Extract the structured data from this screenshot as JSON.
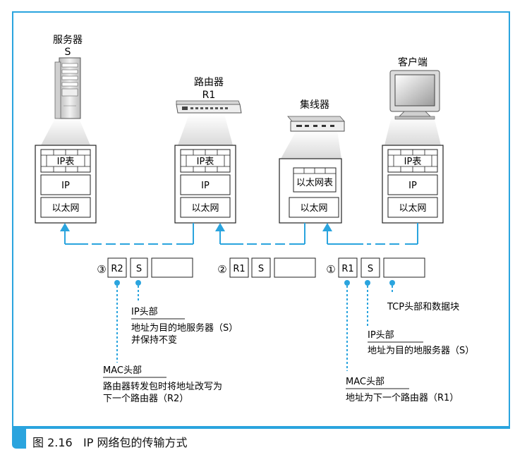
{
  "devices": {
    "server": {
      "name": "服务器",
      "id": "S"
    },
    "router": {
      "name": "路由器",
      "id": "R1"
    },
    "hub": {
      "name": "集线器"
    },
    "client": {
      "name": "客户端"
    }
  },
  "stack": {
    "ip_table": "IP表",
    "ip": "IP",
    "ethernet": "以太网",
    "ethernet_table": "以太网表"
  },
  "packets": [
    {
      "marker": "③",
      "mac": "R2",
      "ip": "S"
    },
    {
      "marker": "②",
      "mac": "R1",
      "ip": "S"
    },
    {
      "marker": "①",
      "mac": "R1",
      "ip": "S"
    }
  ],
  "annotations": {
    "tcp": "TCP头部和数据块",
    "ip_header_1": {
      "title": "IP头部",
      "line1": "地址为目的地服务器（S）"
    },
    "mac_header_1": {
      "title": "MAC头部",
      "line1": "地址为下一个路由器（R1）"
    },
    "ip_header_3": {
      "title": "IP头部",
      "line1": "地址为目的地服务器（S）",
      "line2": "并保持不变"
    },
    "mac_header_3": {
      "title": "MAC头部",
      "line1": "路由器转发包时将地址改写为",
      "line2": "下一个路由器（R2）"
    }
  },
  "caption": {
    "label": "图 2.16",
    "title": "IP 网络包的传输方式"
  },
  "colors": {
    "accent": "#2aa4de",
    "line": "#222222",
    "fade": "#d8d8d8"
  }
}
